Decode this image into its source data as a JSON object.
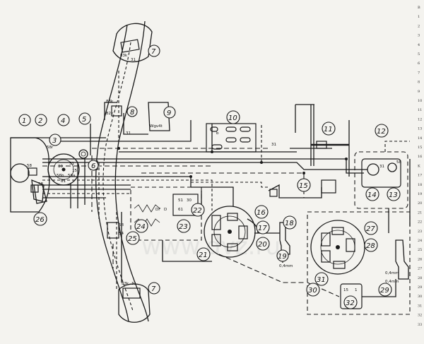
{
  "watermark": "www.dvz.ru",
  "callouts": [
    {
      "n": "1"
    },
    {
      "n": "2"
    },
    {
      "n": "3"
    },
    {
      "n": "4"
    },
    {
      "n": "5"
    },
    {
      "n": "6"
    },
    {
      "n": "7"
    },
    {
      "n": "8"
    },
    {
      "n": "9"
    },
    {
      "n": "10"
    },
    {
      "n": "11"
    },
    {
      "n": "12"
    },
    {
      "n": "13"
    },
    {
      "n": "14"
    },
    {
      "n": "15"
    },
    {
      "n": "16"
    },
    {
      "n": "17"
    },
    {
      "n": "18"
    },
    {
      "n": "19"
    },
    {
      "n": "20"
    },
    {
      "n": "21"
    },
    {
      "n": "22"
    },
    {
      "n": "23"
    },
    {
      "n": "24"
    },
    {
      "n": "25"
    },
    {
      "n": "26"
    },
    {
      "n": "27"
    },
    {
      "n": "28"
    },
    {
      "n": "29"
    },
    {
      "n": "30"
    },
    {
      "n": "31"
    },
    {
      "n": "32"
    }
  ],
  "terminals": {
    "t_83k_top": "83k",
    "t_31_top": "31",
    "t_83k_mid": "83k",
    "t_82k": "82k",
    "t_31_mid": "31",
    "t_58_left": "58",
    "t_58_r": "58r",
    "t_30": "30",
    "t_51": "51",
    "t_56b": "56b",
    "t_56a": "56a",
    "t_15": "15",
    "t_61": "61",
    "t_83k_bot": "83k",
    "t_31_bot": "31",
    "t_58_sw": "58",
    "t_54": "54",
    "t_58_g": "58",
    "t_15_coil": "15",
    "t_1_coil": "1",
    "t_31_12": "31",
    "t_58_12": "58",
    "t_31_10": "31",
    "t_b": "b",
    "t_51_reg": "51",
    "t_30_reg": "30",
    "t_61_reg": "61",
    "t_df": "DF",
    "t_d": "D",
    "t_mm_19": "0,4mm",
    "t_mm_29": "0,4mm",
    "t_mm_30": "0,4mm"
  },
  "right_margin_text": [
    "B",
    "1",
    "2",
    "3",
    "4",
    "5",
    "6",
    "7",
    "8",
    "9",
    "10",
    "11",
    "12",
    "13",
    "14",
    "15",
    "16",
    "K",
    "17",
    "18",
    "19",
    "20",
    "21",
    "22",
    "23",
    "24",
    "25",
    "26",
    "27",
    "28",
    "29",
    "30",
    "31",
    "32",
    "33"
  ]
}
